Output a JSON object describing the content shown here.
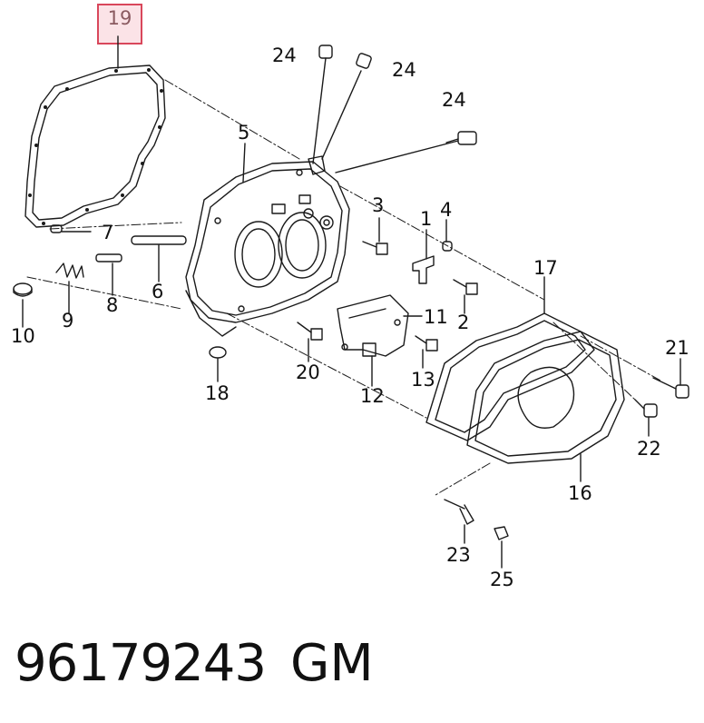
{
  "highlighted_callout": "19",
  "callouts": [
    "24",
    "24",
    "24",
    "5",
    "3",
    "1",
    "4",
    "7",
    "8",
    "6",
    "17",
    "11",
    "2",
    "10",
    "9",
    "21",
    "20",
    "13",
    "12",
    "18",
    "22",
    "16",
    "23",
    "25"
  ],
  "footer": {
    "part_number": "96179243",
    "maker": "GM"
  },
  "colors": {
    "highlight_fill": "#fbe3e7",
    "highlight_border": "#d9475b",
    "line": "#1a1a1a"
  }
}
